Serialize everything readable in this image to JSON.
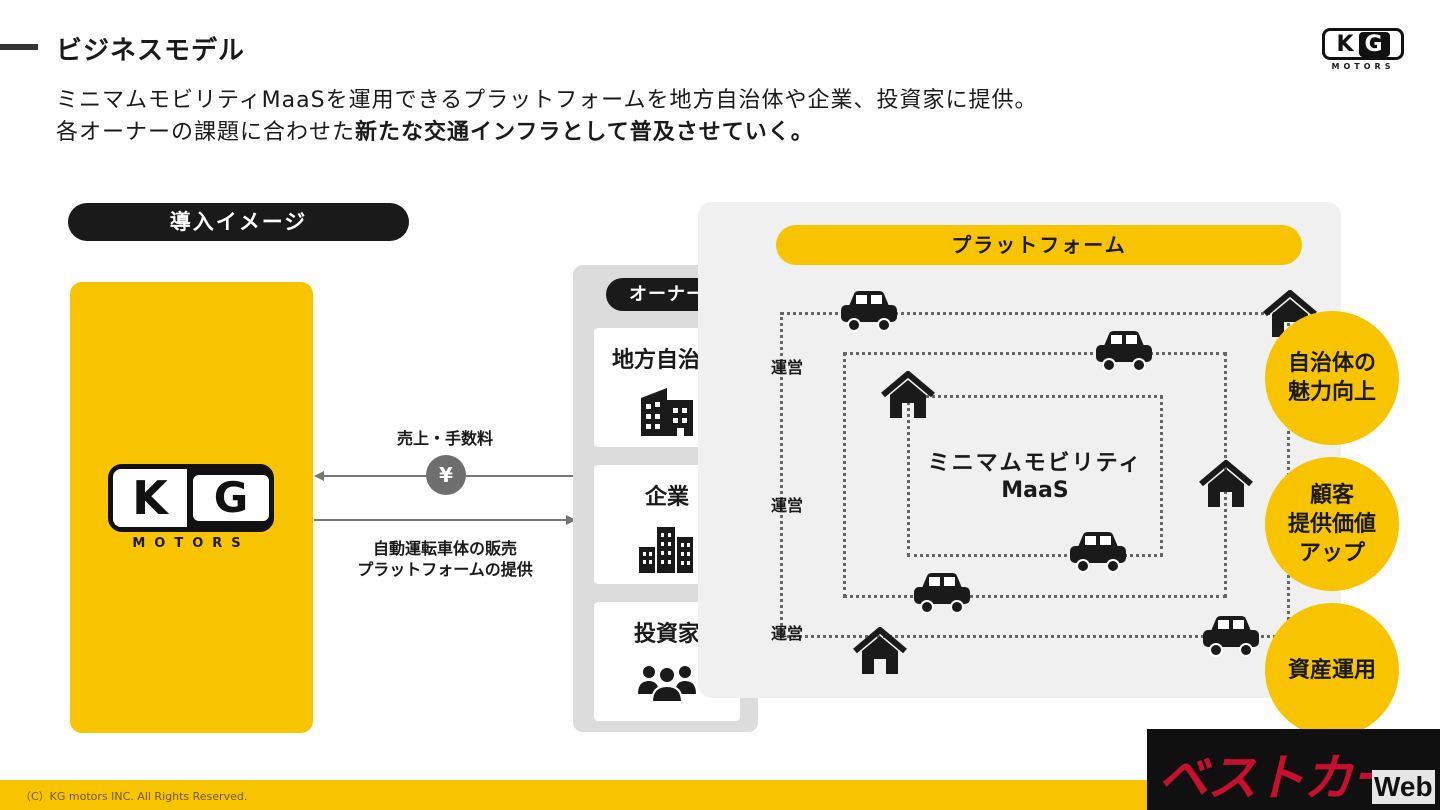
{
  "header": {
    "title": "ビジネスモデル",
    "lead_line1": "ミニマムモビリティMaaSを運用できるプラットフォームを地方自治体や企業、投資家に提供。",
    "lead_line2_normal": "各オーナーの課題に合わせた",
    "lead_line2_bold": "新たな交通インフラとして普及させていく。"
  },
  "logo": {
    "k": "K",
    "g": "G",
    "sub": "MOTORS"
  },
  "intro": {
    "label": "導入イメージ"
  },
  "flow": {
    "sales_label": "売上・手数料",
    "yen": "¥",
    "sell_line1": "自動運転車体の販売",
    "sell_line2": "プラットフォームの提供"
  },
  "owners": {
    "label": "オーナー",
    "items": [
      {
        "label": "地方自治体",
        "icon": "building-icon"
      },
      {
        "label": "企業",
        "icon": "office-tower-icon"
      },
      {
        "label": "投資家",
        "icon": "people-group-icon"
      }
    ]
  },
  "operations": {
    "label": "運営"
  },
  "platform": {
    "label": "プラットフォーム",
    "maas_line1": "ミニマムモビリティ",
    "maas_line2": "MaaS"
  },
  "benefits": [
    {
      "line1": "自治体の",
      "line2": "魅力向上",
      "line3": ""
    },
    {
      "line1": "顧客",
      "line2": "提供価値",
      "line3": "アップ"
    },
    {
      "line1": "資産運用",
      "line2": "",
      "line3": ""
    }
  ],
  "footer": {
    "copyright": "（C）KG motors INC. All Rights Reserved."
  },
  "watermark": {
    "text": "ベストカー",
    "web": "Web"
  },
  "colors": {
    "accent": "#f8c400",
    "dark": "#1a1a1a",
    "panel_gray": "#dcdcdc",
    "platform_bg": "#f0f0f0"
  }
}
